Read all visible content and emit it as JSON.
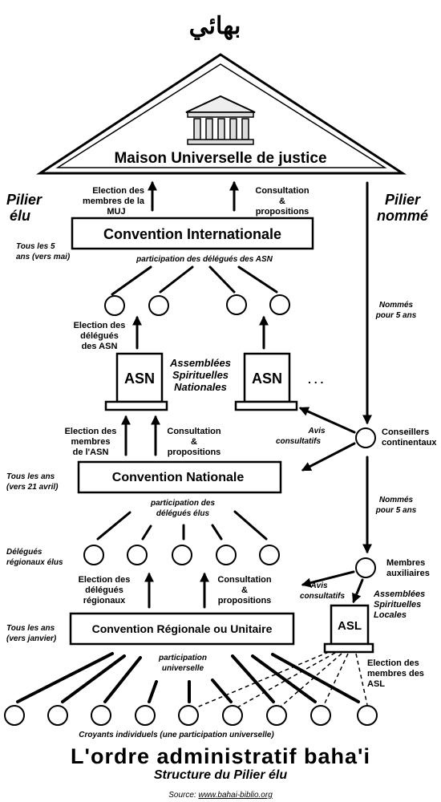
{
  "logo_text": "بهائي",
  "uhj": {
    "title": "Maison Universelle de justice"
  },
  "pillars": {
    "elected": [
      "Pilier",
      "élu"
    ],
    "appointed": [
      "Pilier",
      "nommé"
    ]
  },
  "international": {
    "box_label": "Convention Internationale",
    "timing": [
      "Tous les 5",
      "ans (vers mai)"
    ],
    "participation": "participation des délégués des ASN",
    "election_uhj": [
      "Election des",
      "membres de la",
      "MUJ"
    ],
    "consultation": [
      "Consultation",
      "&",
      "propositions"
    ],
    "election_delegates_asn": [
      "Election des",
      "délégués",
      "des ASN"
    ],
    "appointed_note": [
      "Nommés",
      "pour 5 ans"
    ]
  },
  "nsa": {
    "label": "ASN",
    "description": [
      "Assemblées",
      "Spirituelles",
      "Nationales"
    ],
    "ellipsis": ". . .",
    "advisory": [
      "Avis",
      "consultatifs"
    ],
    "counsellors": [
      "Conseillers",
      "continentaux"
    ]
  },
  "national": {
    "box_label": "Convention Nationale",
    "timing": [
      "Tous les ans",
      "(vers 21 avril)"
    ],
    "election_asn": [
      "Election des",
      "membres",
      "de l'ASN"
    ],
    "consultation": [
      "Consultation",
      "&",
      "propositions"
    ],
    "participation": [
      "participation des",
      "délégués élus"
    ],
    "delegates_label": [
      "Délégués",
      "régionaux élus"
    ],
    "appointed_note": [
      "Nommés",
      "pour 5 ans"
    ]
  },
  "regional": {
    "box_label": "Convention Régionale ou Unitaire",
    "timing": [
      "Tous les ans",
      "(vers janvier)"
    ],
    "election_delegates": [
      "Election des",
      "délégués",
      "régionaux"
    ],
    "consultation": [
      "Consultation",
      "&",
      "propositions"
    ],
    "participation": [
      "participation",
      "universelle"
    ],
    "auxiliary": [
      "Membres",
      "auxiliaires"
    ],
    "advisory": [
      "Avis",
      "consultatifs"
    ]
  },
  "local": {
    "label": "ASL",
    "description": [
      "Assemblées",
      "Spirituelles",
      "Locales"
    ],
    "election": [
      "Election des",
      "membres des",
      "ASL"
    ]
  },
  "believers_caption": "Croyants individuels (une participation universelle)",
  "footer": {
    "title": "L'ordre administratif baha'i",
    "subtitle": "Structure du Pilier élu",
    "source_prefix": "Source: ",
    "source_link": "www.bahai-biblio.org"
  }
}
